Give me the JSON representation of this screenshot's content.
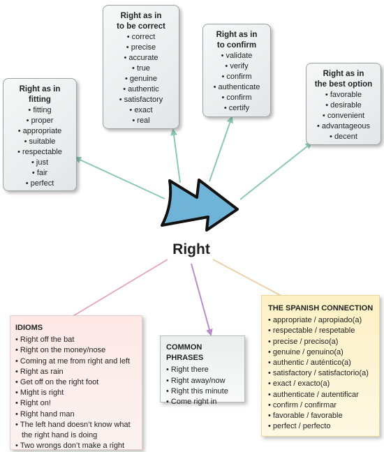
{
  "center": {
    "label": "Right"
  },
  "cards": {
    "fitting": {
      "title": [
        "Right as in",
        "fitting"
      ],
      "items": [
        "fitting",
        "proper",
        "appropriate",
        "suitable",
        "respectable",
        "just",
        "fair",
        "perfect"
      ]
    },
    "correct": {
      "title": [
        "Right as in",
        "to be correct"
      ],
      "items": [
        "correct",
        "precise",
        "accurate",
        "true",
        "genuine",
        "authentic",
        "satisfactory",
        "exact",
        "real"
      ]
    },
    "confirm": {
      "title": [
        "Right as in",
        "to confirm"
      ],
      "items": [
        "validate",
        "verify",
        "confirm",
        "authenticate",
        "confirm",
        "certify"
      ]
    },
    "best": {
      "title": [
        "Right as in",
        "the best option"
      ],
      "items": [
        "favorable",
        "desirable",
        "convenient",
        "advantageous",
        "decent"
      ]
    }
  },
  "idioms": {
    "title": "IDIOMS",
    "items": [
      "Right off the bat",
      "Right on the money/nose",
      "Coming at me from right and left",
      "Right as rain",
      "Get off on the right foot",
      "Might is right",
      "Right on!",
      "Right hand man",
      "The left hand doesn’t know what the right hand is doing",
      "Two wrongs don’t make a right"
    ]
  },
  "phrases": {
    "title": "COMMON PHRASES",
    "items": [
      "Right there",
      "Right away/now",
      "Right this minute",
      "Come right in"
    ]
  },
  "spanish": {
    "title": "THE SPANISH CONNECTION",
    "items": [
      "appropriate / apropiado(a)",
      "respectable / respetable",
      "precise / preciso(a)",
      "genuine / genuino(a)",
      "authentic / auténtico(a)",
      "satisfactory / satisfactorio(a)",
      "exact / exacto(a)",
      "authenticate / autentificar",
      "confirm / confirmar",
      "favorable / favorable",
      "perfect / perfecto"
    ]
  },
  "colors": {
    "teal_line": "#8cc9b0",
    "pink_line": "#e8aac6",
    "purple_line": "#b98cc8",
    "tan_line": "#e8d3a6",
    "arrow_fill": "#6fb3d6",
    "arrow_stroke": "#111111"
  },
  "icons": {
    "central_arrow": "arrow-right-icon"
  }
}
